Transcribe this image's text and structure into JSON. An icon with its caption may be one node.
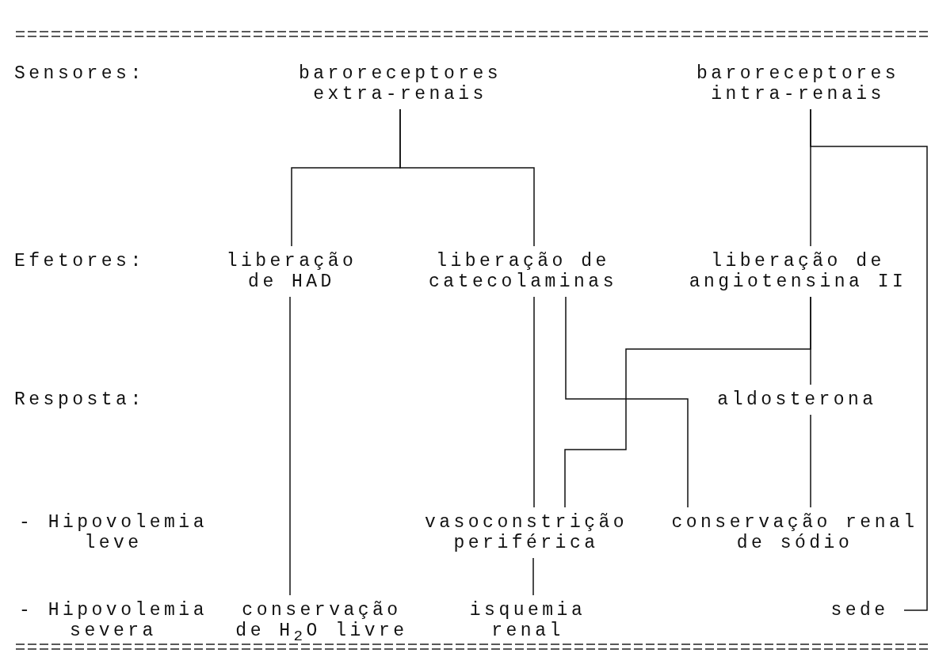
{
  "diagram": {
    "nodes": [
      {
        "text": [
          "baroreceptores extra-renais"
        ]
      },
      {
        "text": [
          "baroreceptores intra-renais"
        ]
      },
      {
        "text": [
          "liberação de HAD"
        ]
      },
      {
        "text": [
          "liberação de catecolaminas"
        ]
      },
      {
        "text": [
          "liberação de angiotensina II"
        ]
      },
      {
        "text": [
          "aldosterona"
        ]
      },
      {
        "text": [
          "vasoconstrição periférica"
        ]
      },
      {
        "text": [
          "conservação renal de sódio"
        ]
      },
      {
        "text": [
          "conservação de H$_{2}$O livre"
        ]
      },
      {
        "text": [
          "isquemia renal"
        ]
      },
      {
        "text": [
          "sede"
        ]
      }
    ],
    "edges": [
      {
        "from": 0,
        "to": 2,
        "arrow": "none"
      },
      {
        "from": 0,
        "to": 3,
        "arrow": "none"
      },
      {
        "from": 1,
        "to": 4,
        "arrow": "none"
      },
      {
        "from": 1,
        "to": 10,
        "arrow": "none"
      },
      {
        "from": 2,
        "to": 8,
        "arrow": "none"
      },
      {
        "from": 3,
        "to": 6,
        "arrow": "none"
      },
      {
        "from": 3,
        "to": 7,
        "arrow": "none"
      },
      {
        "from": 4,
        "to": 5,
        "arrow": "none"
      },
      {
        "from": 4,
        "to": 6,
        "arrow": "none"
      },
      {
        "from": 5,
        "to": 7,
        "arrow": "none"
      },
      {
        "from": 6,
        "to": 9,
        "arrow": "none"
      }
    ],
    "labels": [
      "Sensores:",
      "Efetores:",
      "Resposta:",
      "- Hipovolemia leve",
      "- Hipovolemia severa"
    ]
  }
}
